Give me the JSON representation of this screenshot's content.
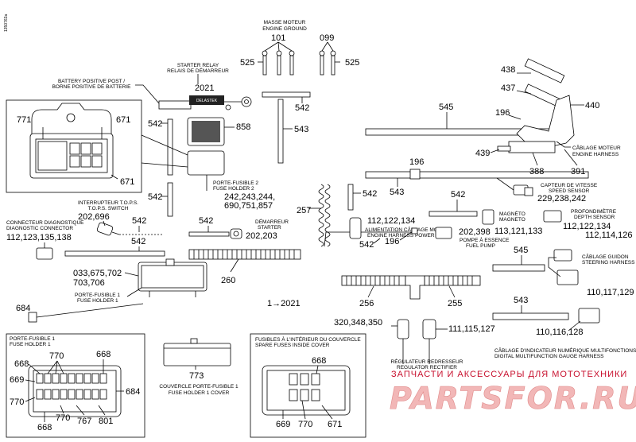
{
  "image_id": "1350763a",
  "labels": {
    "masse_moteur": "MASSE MOTEUR",
    "engine_ground": "ENGINE GROUND",
    "starter_relay": "STARTER RELAY",
    "relais_demarreur": "RELAIS DE DÉMARREUR",
    "battery_post": "BATTERY POSITIVE POST /",
    "borne_batterie": "BORNE POSITIVE DE BATTERIE",
    "porte_fusible_2": "PORTE-FUSIBLE 2",
    "fuse_holder_2": "FUSE HOLDER 2",
    "tops_fr": "INTERRUPTEUR T.O.P.S.",
    "tops_en": "T.O.P.S. SWITCH",
    "diag_fr": "CONNECTEUR DIAGNOSTIQUE",
    "diag_en": "DIAGNOSTIC CONNECTOR",
    "demarreur": "DÉMARREUR",
    "starter": "STARTER",
    "cablage_moteur": "CÂBLAGE MOTEUR",
    "engine_harness": "ENGINE HARNESS",
    "speed_fr": "CAPTEUR DE VITESSE",
    "speed_en": "SPEED SENSOR",
    "depth_fr": "PROFONDIMÈTRE",
    "depth_en": "DEPTH SENSOR",
    "magneto_fr": "MAGNÉTO",
    "magneto_en": "MAGNETO",
    "alim_fr": "ALIMENTATION CÂBLAGE MOTEUR",
    "alim_en": "ENGINE HARNESS POWER",
    "pompe_fr": "POMPE À ESSENCE",
    "pompe_en": "FUEL PUMP",
    "guidon_fr": "CÂBLAGE GUIDON",
    "guidon_en": "STEERING HARNESS",
    "pf1_fr": "PORTE-FUSIBLE 1",
    "pf1_en": "FUSE HOLDER 1",
    "regul_fr": "RÉGULATEUR REDRESSEUR",
    "regul_en": "REGULATOR RECTIFIER",
    "gauge_fr": "CÂBLAGE D'INDICATEUR NUMÉRIQUE MULTIFONCTIONS",
    "gauge_en": "DIGITAL MULTIFUNCTION GAUGE HARNESS",
    "cover_fr": "COUVERCLE PORTE-FUSIBLE 1",
    "cover_en": "FUSE HOLDER 1 COVER",
    "spare_fr": "FUSIBLES À L'INTÉRIEUR DU COUVERCLE",
    "spare_en": "SPARE FUSES INSIDE COVER",
    "delastek": "DELASTEK"
  },
  "parts": {
    "p101": "101",
    "p099": "099",
    "p525a": "525",
    "p525b": "525",
    "p2021": "2021",
    "p542_top": "542",
    "p858": "858",
    "p542_l1": "542",
    "p543_top": "543",
    "p771": "771",
    "p671_top": "671",
    "p671_b": "671",
    "p542_l2": "542",
    "p242": "242,243,244,",
    "p690": "690,751,857",
    "p202_696": "202,696",
    "p542_m1": "542",
    "p542_m2": "542",
    "p542_m3": "542",
    "p112_138": "112,123,135,138",
    "p202_203": "202,203",
    "p257": "257",
    "p542_c1": "542",
    "p543_c": "543",
    "p196_c": "196",
    "p542_c2": "542",
    "p545_top": "545",
    "p196_r": "196",
    "p438": "438",
    "p437": "437",
    "p440": "440",
    "p439": "439",
    "p388": "388",
    "p391": "391",
    "p229": "229,238,242",
    "p112_122": "112,122,134",
    "p113": "113,121,133",
    "p112_134b": "112,122,134",
    "p202_398": "202,398",
    "p542_c3": "542",
    "p196_b": "196",
    "p112_126": "112,114,126",
    "p545_r": "545",
    "p260": "260",
    "p033": "033,675,702",
    "p703": "703,706",
    "p1_2021": "1→2021",
    "p684a": "684",
    "p256": "256",
    "p255": "255",
    "p543_r": "543",
    "p110_129": "110,117,129",
    "p320": "320,348,350",
    "p111": "111,115,127",
    "p110_128": "110,116,128",
    "p773": "773",
    "p668a": "668",
    "p770a": "770",
    "p668b": "668",
    "p669a": "669",
    "p684b": "684",
    "p770b": "770",
    "p668c": "668",
    "p770c": "770",
    "p767": "767",
    "p801": "801",
    "p668d": "668",
    "p669b": "669",
    "p770d": "770",
    "p671_c": "671"
  },
  "watermark": {
    "line1": "ЗАПЧАСТИ И АКСЕССУАРЫ ДЛЯ МОТОТЕХНИКИ",
    "line2": "PARTSFOR.RU"
  },
  "colors": {
    "ink": "#000000",
    "watermark_red": "#c8102e",
    "watermark_pink": "#f2b7b7"
  }
}
